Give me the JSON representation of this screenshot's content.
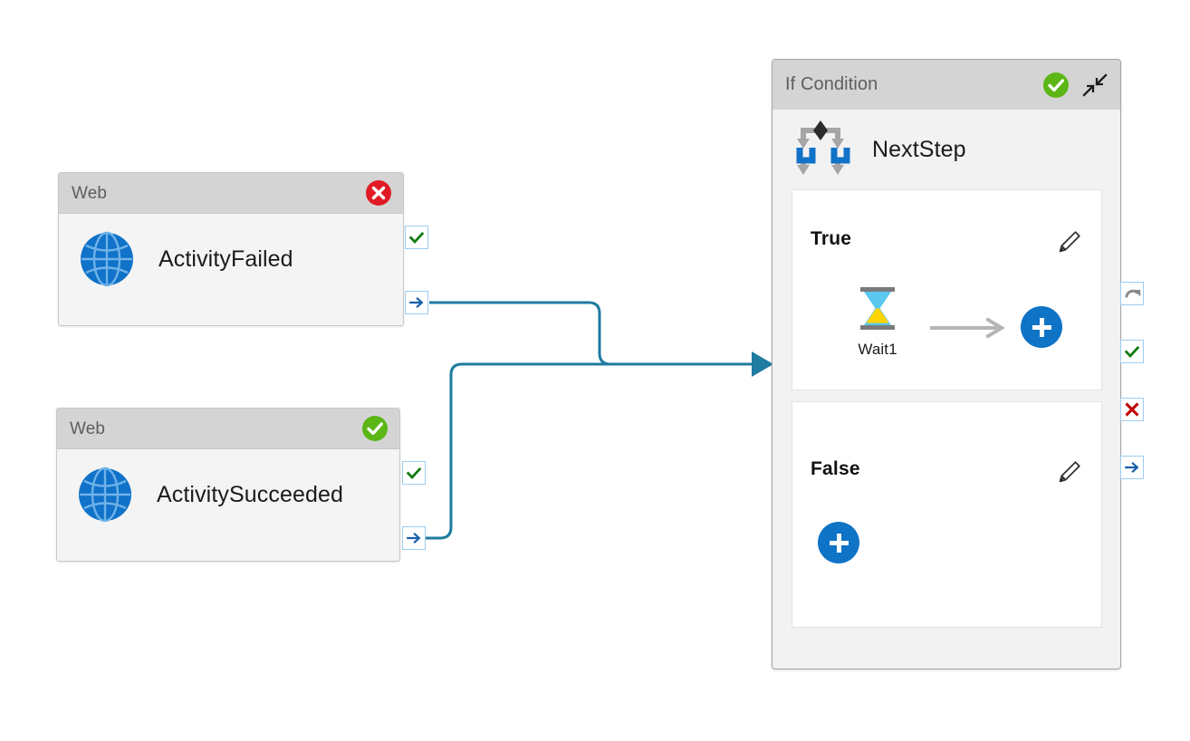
{
  "canvas": {
    "background": "#ffffff",
    "connector_color": "#1f7ba0",
    "accent_blue": "#0f73c6",
    "success_green": "#5cb615",
    "error_red": "#e01b24",
    "header_gray": "#d4d4d4",
    "body_gray": "#f2f2f2"
  },
  "nodes": [
    {
      "id": "web-failed",
      "header_title": "Web",
      "status_icon": "error-circle-icon",
      "status_color": "#e01b24",
      "activity_icon": "globe-icon",
      "activity_label": "ActivityFailed",
      "ports": [
        {
          "icon": "check-icon",
          "name": "success-port"
        },
        {
          "icon": "arrow-right-icon",
          "name": "next-port"
        }
      ]
    },
    {
      "id": "web-succeeded",
      "header_title": "Web",
      "status_icon": "check-circle-icon",
      "status_color": "#5cb615",
      "activity_icon": "globe-icon",
      "activity_label": "ActivitySucceeded",
      "ports": [
        {
          "icon": "check-icon",
          "name": "success-port"
        },
        {
          "icon": "arrow-right-icon",
          "name": "next-port"
        }
      ]
    }
  ],
  "if_panel": {
    "header_title": "If Condition",
    "status_icon": "check-circle-icon",
    "status_color": "#5cb615",
    "collapse_icon": "collapse-diagonal-icon",
    "activity_icon": "if-condition-branch-icon",
    "activity_label": "NextStep",
    "branches": [
      {
        "id": "true",
        "title": "True",
        "edit_icon": "pencil-icon",
        "child": {
          "icon": "hourglass-icon",
          "label": "Wait1"
        },
        "flow_arrow_icon": "arrow-right-long-icon",
        "add_icon": "plus-icon"
      },
      {
        "id": "false",
        "title": "False",
        "edit_icon": "pencil-icon",
        "child": null,
        "add_icon": "plus-icon"
      }
    ],
    "ports": [
      {
        "icon": "retry-icon",
        "name": "retry-port"
      },
      {
        "icon": "check-icon",
        "name": "success-port"
      },
      {
        "icon": "cross-icon",
        "name": "failure-port"
      },
      {
        "icon": "arrow-right-icon",
        "name": "next-port"
      }
    ]
  },
  "connectors": [
    {
      "from": "web-failed.next-port",
      "to": "if-panel"
    },
    {
      "from": "web-succeeded.next-port",
      "to": "if-panel"
    }
  ]
}
